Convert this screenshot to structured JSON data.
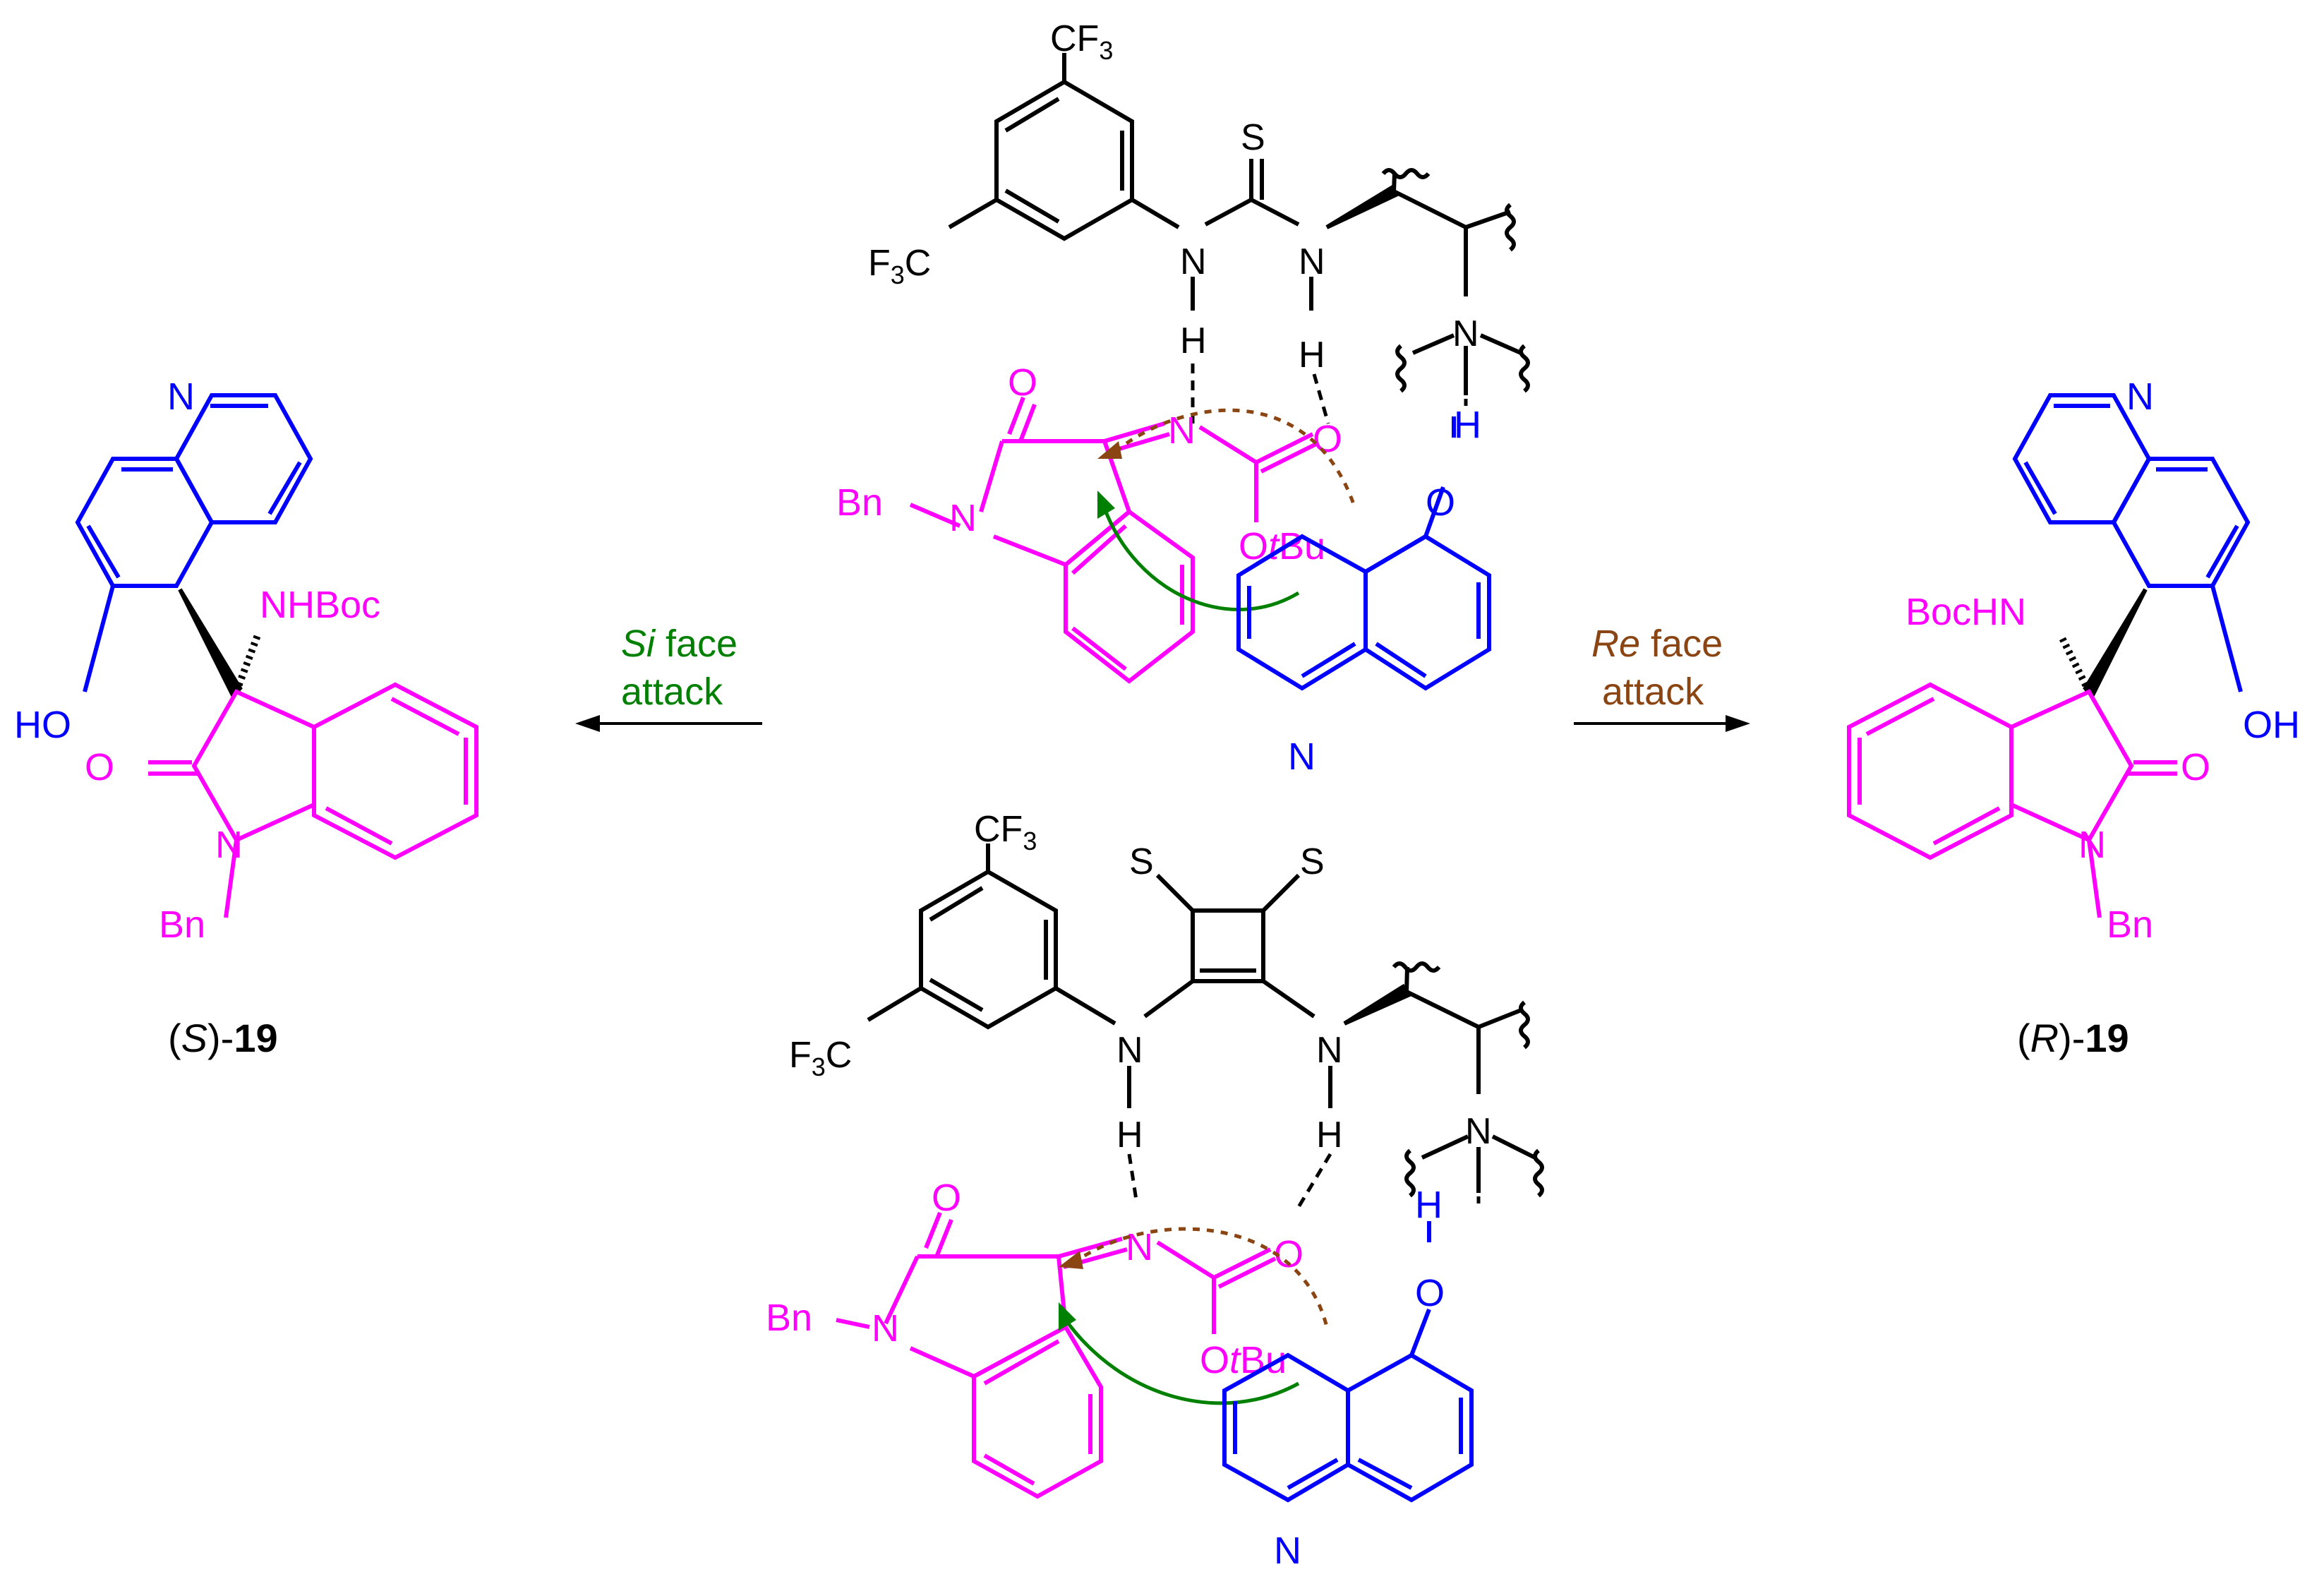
{
  "colors": {
    "catalyst": "#000000",
    "imine": "#ff00ff",
    "nucleophile": "#0000ff",
    "si_path": "#008000",
    "re_path": "#8b4513"
  },
  "catalyst_labels": {
    "cf3": "CF",
    "cf3_sub": "3",
    "f3c_pre": "F",
    "f3c_sub": "3",
    "f3c_post": "C",
    "n": "N",
    "h": "H",
    "s": "S"
  },
  "substrate_labels": {
    "o": "O",
    "bn": "Bn",
    "n": "N",
    "o_pre": "O",
    "tbu_t": "t",
    "tbu_rest": "Bu"
  },
  "nucleophile_labels": {
    "o": "O",
    "h": "H",
    "n": "N"
  },
  "arrows": {
    "si": {
      "italic": "Si",
      "text": " face",
      "line2": "attack"
    },
    "re": {
      "italic": "Re",
      "text": " face",
      "line2": "attack"
    }
  },
  "product_s": {
    "n_ring": "N",
    "nhboc": "NHBoc",
    "ho": "HO",
    "o": "O",
    "n": "N",
    "bn": "Bn",
    "caption_open": "(",
    "caption_config": "S",
    "caption_close": ")-",
    "caption_num": "19"
  },
  "product_r": {
    "n_ring": "N",
    "bochn": "BocHN",
    "oh": "OH",
    "o": "O",
    "n": "N",
    "bn": "Bn",
    "caption_open": "(",
    "caption_config": "R",
    "caption_close": ")-",
    "caption_num": "19"
  }
}
